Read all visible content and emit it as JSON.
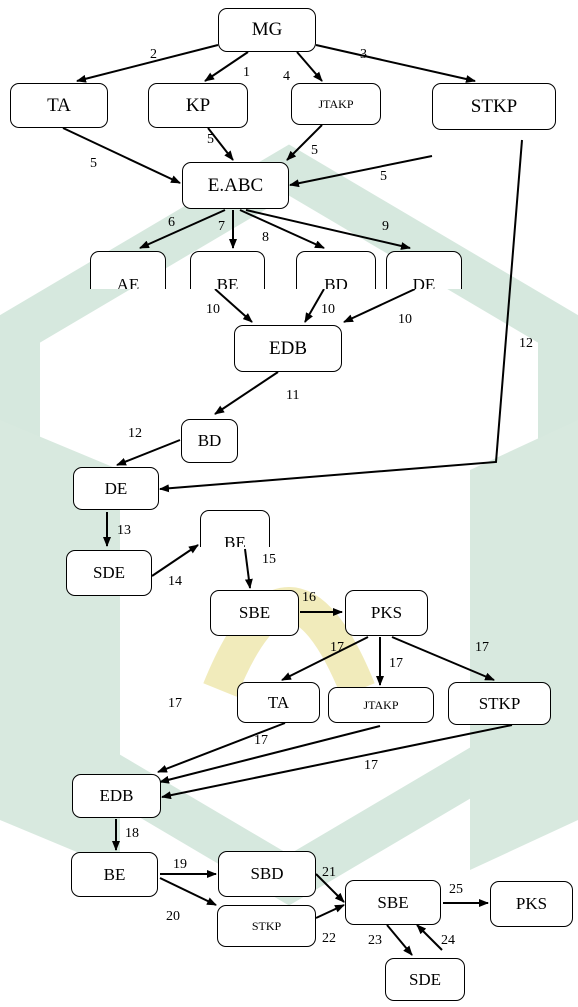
{
  "nodes": {
    "mg": "MG",
    "ta1": "TA",
    "kp": "KP",
    "jtakp1": "JTAKP",
    "stkp1": "STKP",
    "eabc": "E.ABC",
    "ae": "AE",
    "be1": "BE",
    "bd1": "BD",
    "de1": "DE",
    "edb1": "EDB",
    "bd2": "BD",
    "de2": "DE",
    "sde1": "SDE",
    "be2": "BE",
    "sbe1": "SBE",
    "pks1": "PKS",
    "ta2": "TA",
    "jtakp2": "JTAKP",
    "stkp2": "STKP",
    "edb2": "EDB",
    "be3": "BE",
    "sbd": "SBD",
    "stkp3": "STKP",
    "sbe2": "SBE",
    "pks2": "PKS",
    "sde2": "SDE"
  },
  "edge_labels": {
    "e2": "2",
    "e1": "1",
    "e4": "4",
    "e3": "3",
    "e5a": "5",
    "e5b": "5",
    "e5c": "5",
    "e5d": "5",
    "e6": "6",
    "e7": "7",
    "e8": "8",
    "e9": "9",
    "e10a": "10",
    "e10b": "10",
    "e10c": "10",
    "e11": "11",
    "e12a": "12",
    "e12b": "12",
    "e13": "13",
    "e14": "14",
    "e15": "15",
    "e16": "16",
    "e17a": "17",
    "e17b": "17",
    "e17c": "17",
    "e17d": "17",
    "e17e": "17",
    "e17f": "17",
    "e18": "18",
    "e19": "19",
    "e20": "20",
    "e21": "21",
    "e22": "22",
    "e23": "23",
    "e24": "24",
    "e25": "25"
  },
  "colors": {
    "stroke": "#000000",
    "watermark": "#cfe3d8",
    "watermark_accent": "#f3edb8"
  }
}
